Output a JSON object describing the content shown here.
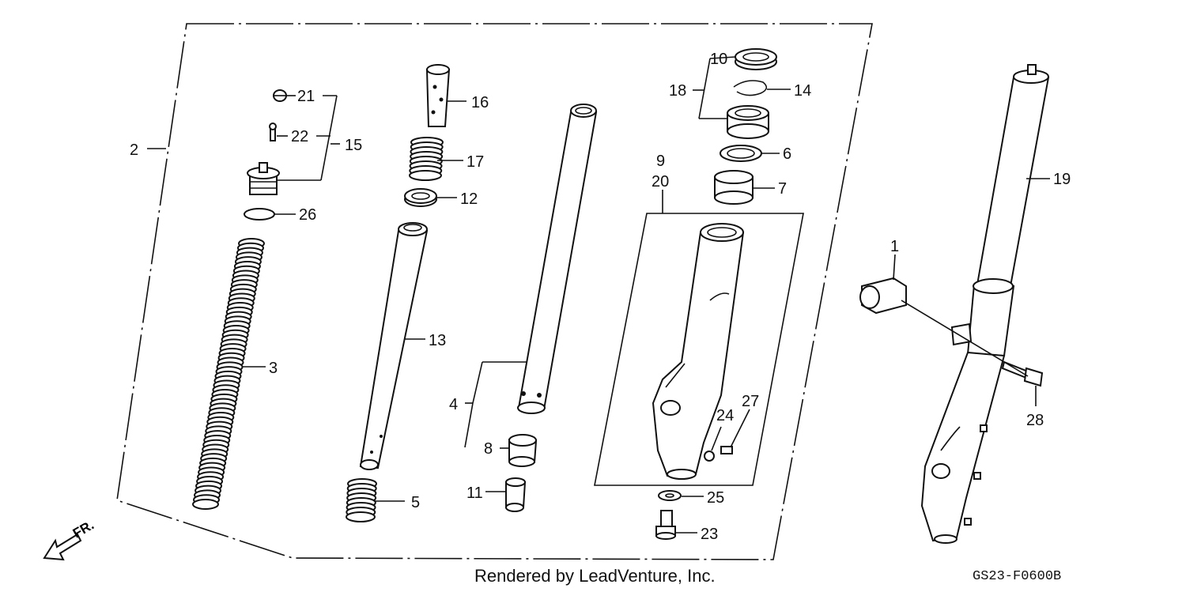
{
  "footer": {
    "credit": "Rendered by LeadVenture, Inc.",
    "diagram_code": "GS23-F0600B"
  },
  "direction": {
    "label": "FR."
  },
  "callouts": {
    "c1": "1",
    "c2": "2",
    "c3": "3",
    "c4": "4",
    "c5": "5",
    "c6": "6",
    "c7": "7",
    "c8": "8",
    "c9": "9",
    "c10": "10",
    "c11": "11",
    "c12": "12",
    "c13": "13",
    "c14": "14",
    "c15": "15",
    "c16": "16",
    "c17": "17",
    "c18": "18",
    "c19": "19",
    "c20": "20",
    "c21": "21",
    "c22": "22",
    "c23": "23",
    "c24": "24",
    "c25": "25",
    "c26": "26",
    "c27": "27",
    "c28": "28"
  }
}
